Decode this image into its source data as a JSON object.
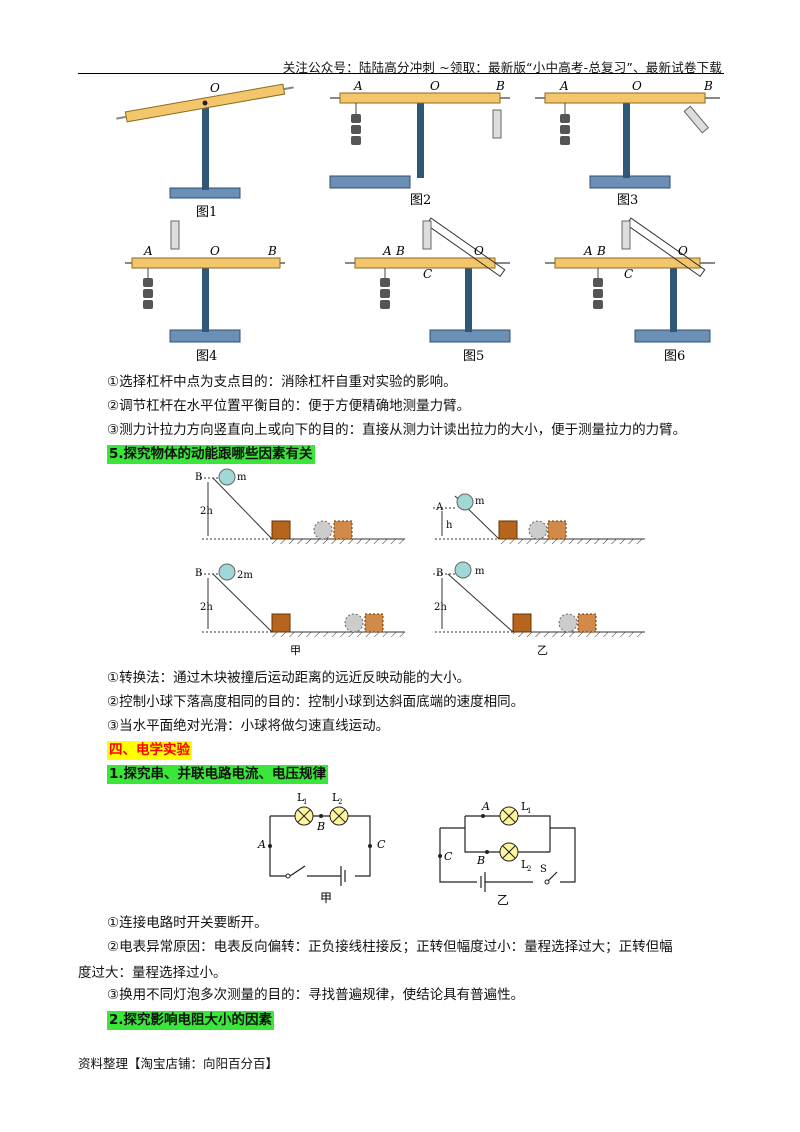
{
  "header": {
    "text": "关注公众号：陆陆高分冲刺 ~领取：最新版“小中高考-总复习”、最新试卷下载"
  },
  "lever_figures": {
    "fig1": "图1",
    "fig2": "图2",
    "fig3": "图3",
    "fig4": "图4",
    "fig5": "图5",
    "fig6": "图6",
    "label_O": "O",
    "label_A": "A",
    "label_B": "B",
    "label_C": "C"
  },
  "lever_notes": [
    "①选择杠杆中点为支点目的：消除杠杆自重对实验的影响。",
    "②调节杠杆在水平位置平衡目的：便于方便精确地测量力臂。",
    "③测力计拉力方向竖直向上或向下的目的：直接从测力计读出拉力的大小，便于测量拉力的力臂。"
  ],
  "section5": {
    "title": "5.探究物体的动能跟哪些因素有关",
    "labels": {
      "B": "B",
      "A": "A",
      "m": "m",
      "m2": "2m",
      "h2": "2h",
      "h": "h",
      "jia": "甲",
      "yi": "乙"
    },
    "notes": [
      "①转换法：通过木块被撞后运动距离的远近反映动能的大小。",
      "②控制小球下落高度相同的目的：控制小球到达斜面底端的速度相同。",
      "③当水平面绝对光滑：小球将做匀速直线运动。"
    ]
  },
  "part4": {
    "title": "四、电学实验"
  },
  "circuit_section": {
    "title": "1.探究串、并联电路电流、电压规律",
    "labels": {
      "L1": "L",
      "L2": "L",
      "sub1": "1",
      "sub2": "2",
      "A": "A",
      "B": "B",
      "C": "C",
      "S": "S",
      "jia": "甲",
      "yi": "乙"
    },
    "notes": [
      "①连接电路时开关要断开。",
      "②电表异常原因：电表反向偏转：正负接线柱接反；正转但幅度过小：量程选择过大；正转但幅",
      "③换用不同灯泡多次测量的目的：寻找普遍规律，使结论具有普遍性。"
    ],
    "note2_cont": "度过大：量程选择过小。"
  },
  "section2": {
    "title": "2.探究影响电阻大小的因素"
  },
  "footer": {
    "text": "资料整理【淘宝店铺：向阳百分百】"
  },
  "colors": {
    "highlight_green": "#39e639",
    "highlight_yellow": "#ffff00",
    "title_red": "#ff0000",
    "lever": "#f3c66b",
    "stand": "#2f5878",
    "base": "#6c8fb5"
  }
}
